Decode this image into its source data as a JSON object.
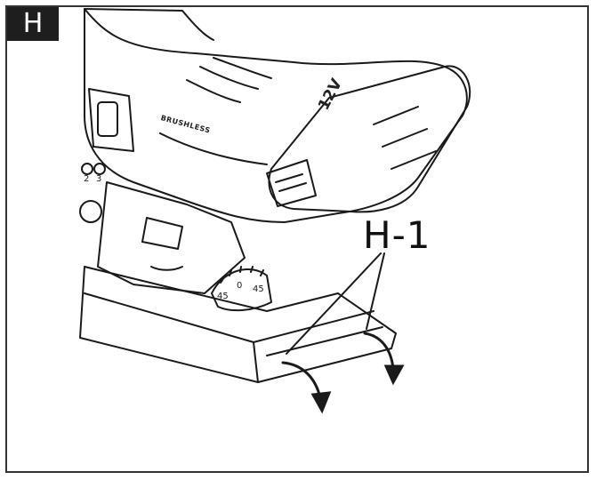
{
  "section_badge": "H",
  "callout_label": "H-1",
  "tool_markings": {
    "brand": "BRUSHLESS",
    "voltage": "12V",
    "speed_marks": [
      "2",
      "3"
    ],
    "bevel_scale": [
      "45",
      "0",
      "45"
    ]
  },
  "colors": {
    "line": "#1a1a1a",
    "badge_bg": "#1e1e1e",
    "badge_text": "#ffffff"
  },
  "icon_names": [
    "arrow-curved-down-icon"
  ]
}
